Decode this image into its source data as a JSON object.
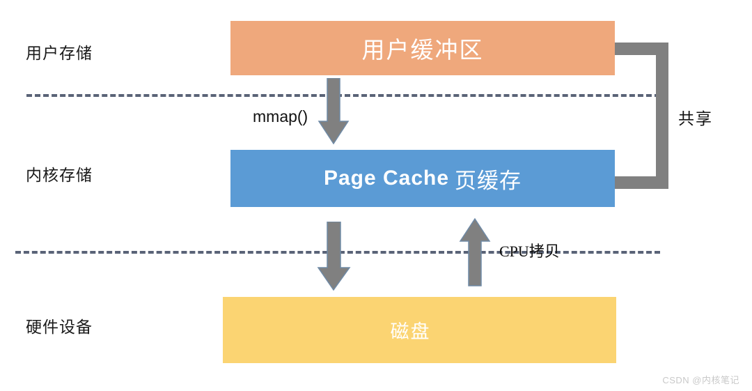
{
  "diagram": {
    "title": "mmap page cache data flow",
    "tiers": [
      {
        "id": "user",
        "label": "用户存储"
      },
      {
        "id": "kernel",
        "label": "内核存储"
      },
      {
        "id": "device",
        "label": "硬件设备"
      }
    ],
    "blocks": [
      {
        "id": "user-buffer",
        "label": "用户缓冲区",
        "color": "#efa87c"
      },
      {
        "id": "page-cache",
        "label": "Page Cache",
        "label_zh": "页缓存",
        "color": "#5b9bd5"
      },
      {
        "id": "disk",
        "label": "磁盘",
        "color": "#fbd472"
      }
    ],
    "arrows": [
      {
        "id": "mmap",
        "caption": "mmap()",
        "direction": "down",
        "color": "#808080"
      },
      {
        "id": "writeback",
        "caption": "",
        "direction": "down",
        "color": "#808080"
      },
      {
        "id": "cpucopy",
        "caption": "CPU拷贝",
        "direction": "up",
        "color": "#808080"
      }
    ],
    "connector": {
      "id": "shared-bracket",
      "caption": "共享",
      "color": "#808080"
    },
    "boundaries": [
      {
        "id": "user-kernel",
        "style": "dashed",
        "color": "#5a6377"
      },
      {
        "id": "kernel-device",
        "style": "dashed",
        "color": "#5a6377"
      }
    ]
  },
  "watermark": "CSDN @内核笔记"
}
